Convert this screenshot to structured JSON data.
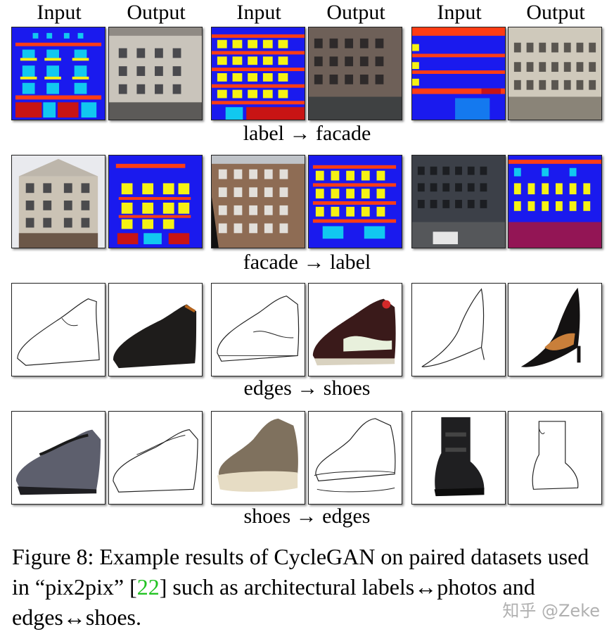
{
  "headers": {
    "input": "Input",
    "output": "Output"
  },
  "rows": [
    {
      "caption": "label → facade"
    },
    {
      "caption": "facade → label"
    },
    {
      "caption": "edges  → shoes"
    },
    {
      "caption": "shoes  → edges"
    }
  ],
  "figure": {
    "label": "Figure 8:",
    "text1": " Example results of CycleGAN on paired datasets used in “pix2pix” [",
    "ref": "22",
    "text2": "] such as architectural labels↔photos and edges↔shoes."
  },
  "watermark": "知乎 @Zeke",
  "colors": {
    "label_blue": "#1a1aee",
    "label_red": "#ff3c14",
    "label_cyan": "#11c8f0",
    "label_yellow": "#f5f214",
    "ref_green": "#22c322"
  }
}
